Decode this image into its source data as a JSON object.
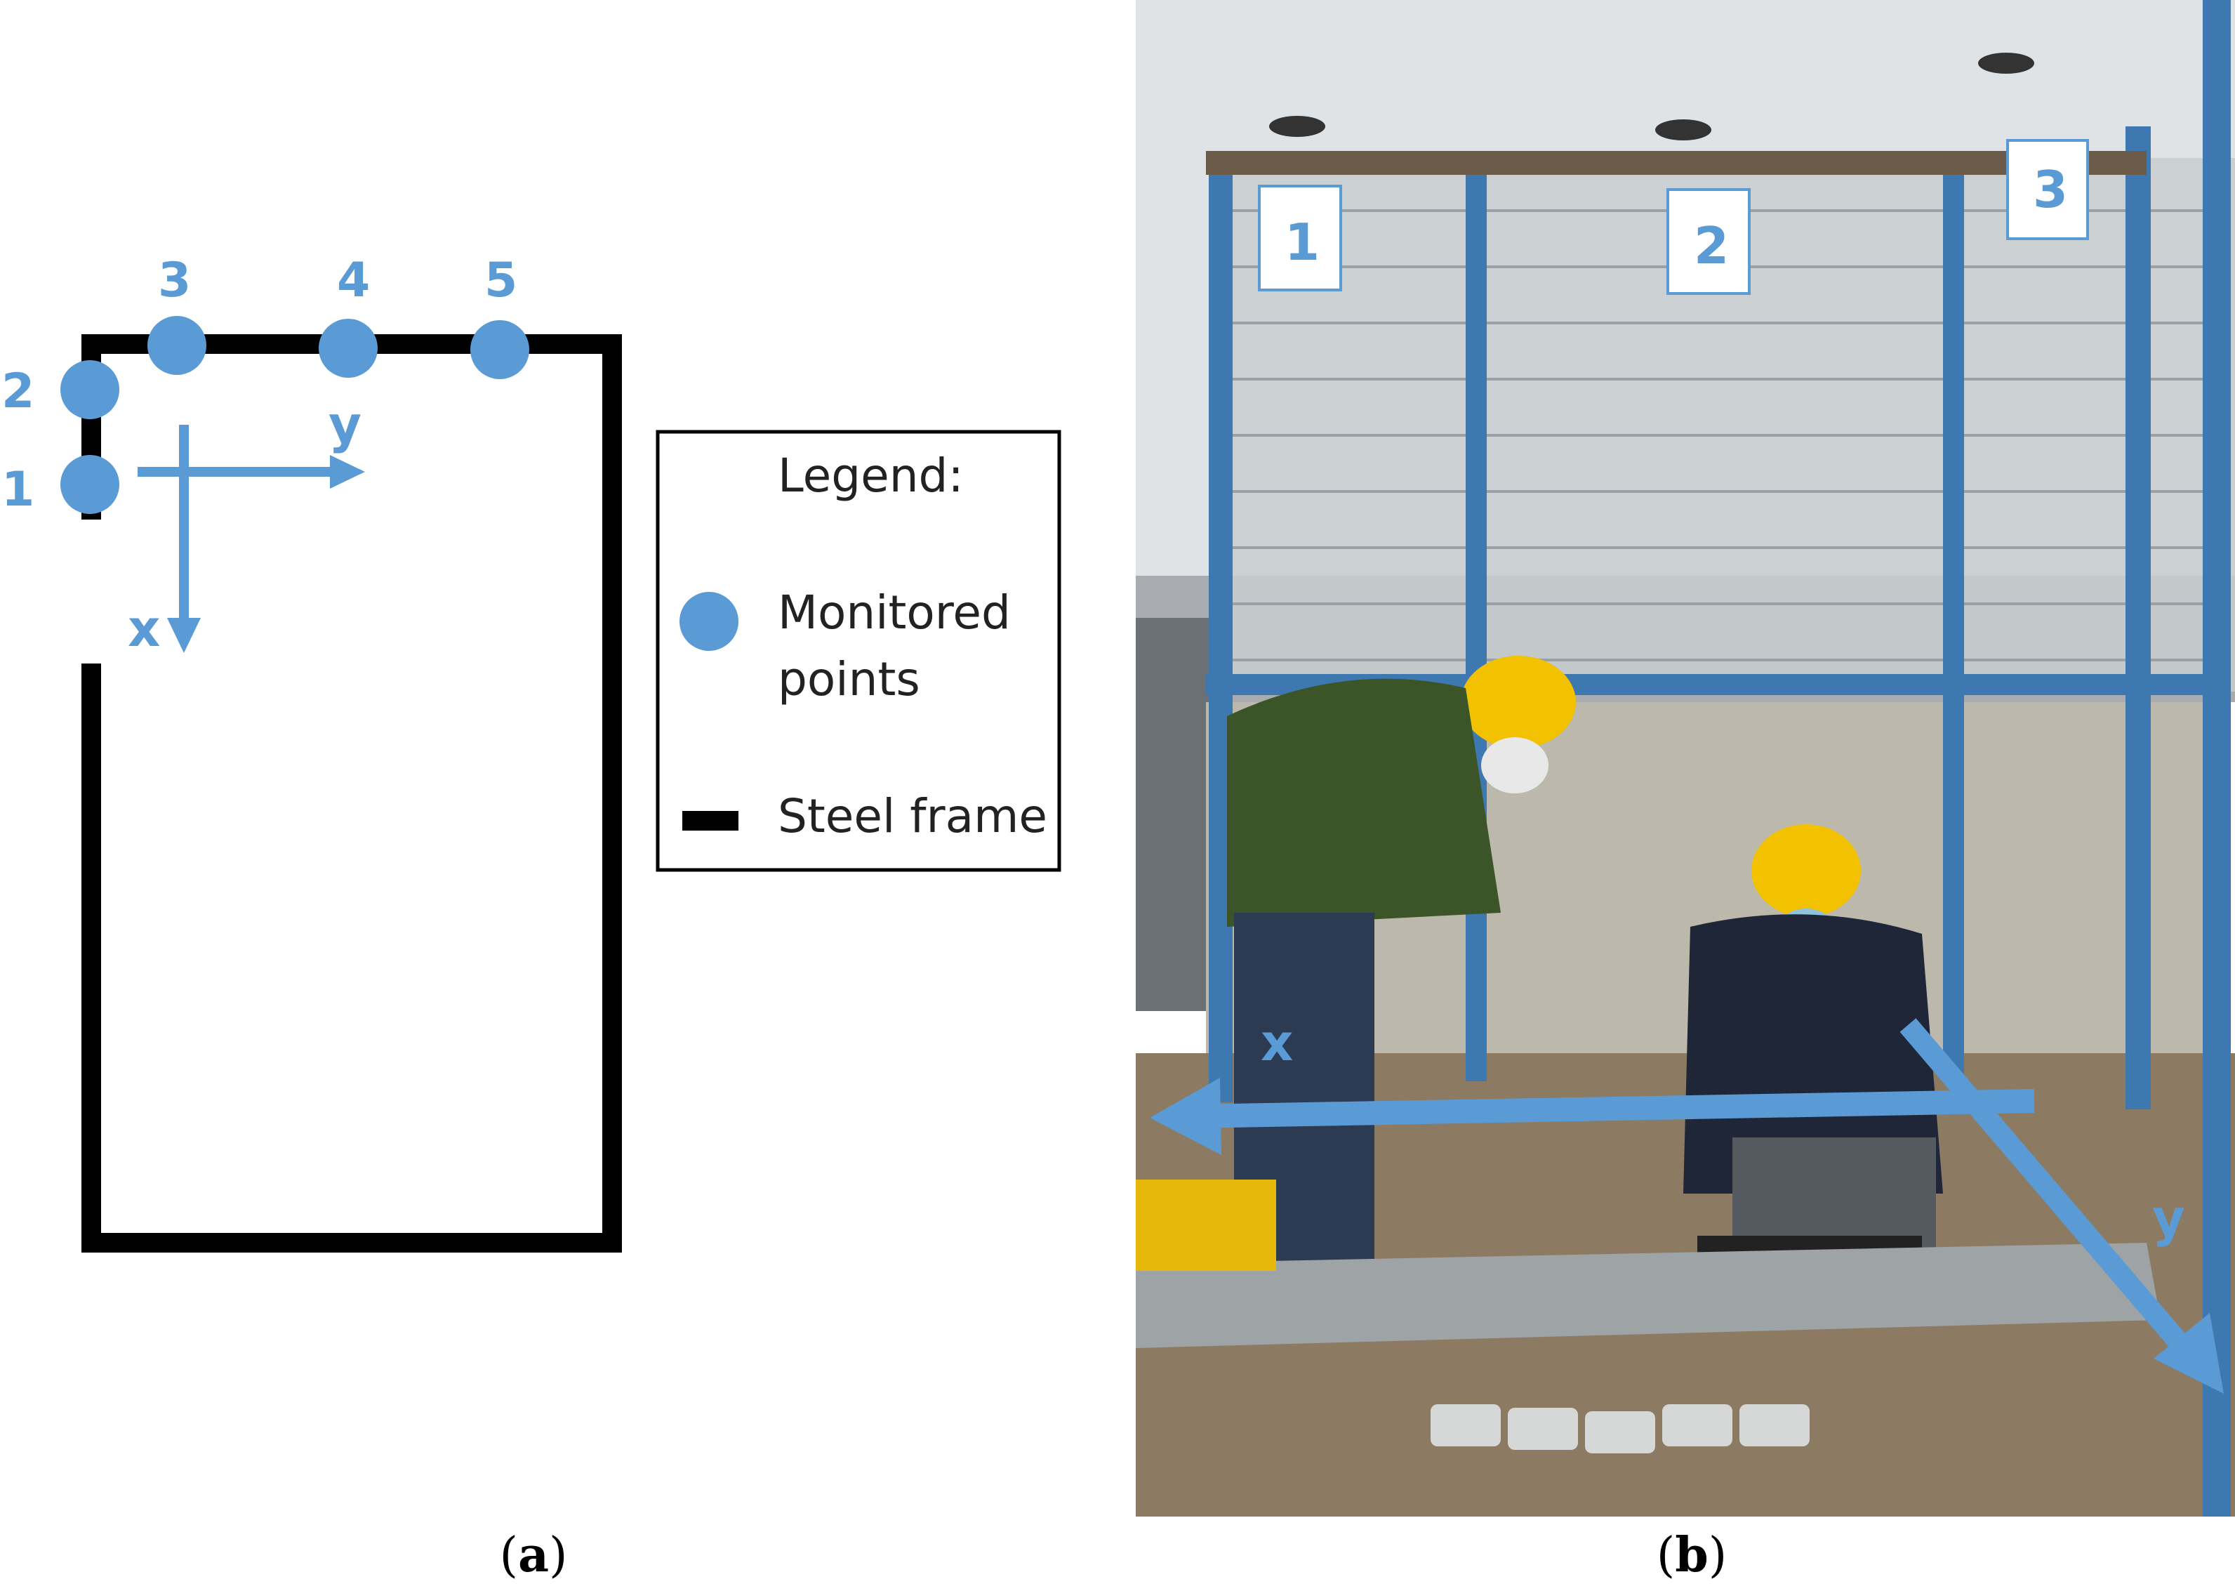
{
  "panel_a": {
    "points": [
      "1",
      "2",
      "3",
      "4",
      "5"
    ],
    "axis_x": "x",
    "axis_y": "y",
    "legend": {
      "title": "Legend:",
      "monitored_line1": "Monitored",
      "monitored_line2": "points",
      "steel_frame": "Steel frame"
    },
    "caption_letter": "a"
  },
  "panel_b": {
    "markers": [
      "1",
      "2",
      "3"
    ],
    "axis_x": "x",
    "axis_y": "y",
    "caption_letter": "b"
  },
  "colors": {
    "accent": "#5B9BD5",
    "frame": "#000000"
  }
}
